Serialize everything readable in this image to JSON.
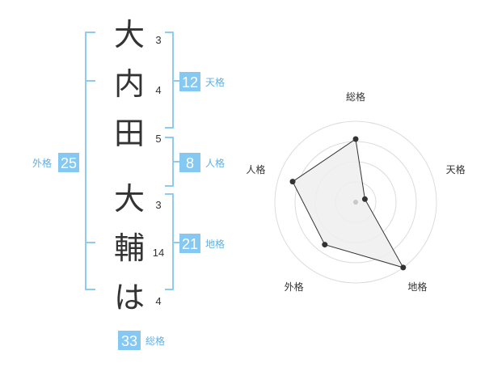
{
  "name": {
    "characters": [
      {
        "char": "大",
        "strokes": "3"
      },
      {
        "char": "内",
        "strokes": "4"
      },
      {
        "char": "田",
        "strokes": "5"
      },
      {
        "char": "大",
        "strokes": "3"
      },
      {
        "char": "輔",
        "strokes": "14"
      },
      {
        "char": "は",
        "strokes": "4"
      }
    ]
  },
  "fortunes": {
    "tenkaku": {
      "value": "12",
      "label": "天格"
    },
    "jinkaku": {
      "value": "8",
      "label": "人格"
    },
    "chikaku": {
      "value": "21",
      "label": "地格"
    },
    "gaikaku": {
      "value": "25",
      "label": "外格"
    },
    "soukaku": {
      "value": "33",
      "label": "総格"
    }
  },
  "chart_data": {
    "type": "radar",
    "axes": [
      "総格",
      "天格",
      "地格",
      "外格",
      "人格"
    ],
    "values": [
      0.78,
      0.12,
      1.0,
      0.65,
      0.82
    ],
    "rings": 4,
    "colors": {
      "fill": "#efefef",
      "line": "#333333",
      "rings": "#dcdcdc"
    }
  }
}
